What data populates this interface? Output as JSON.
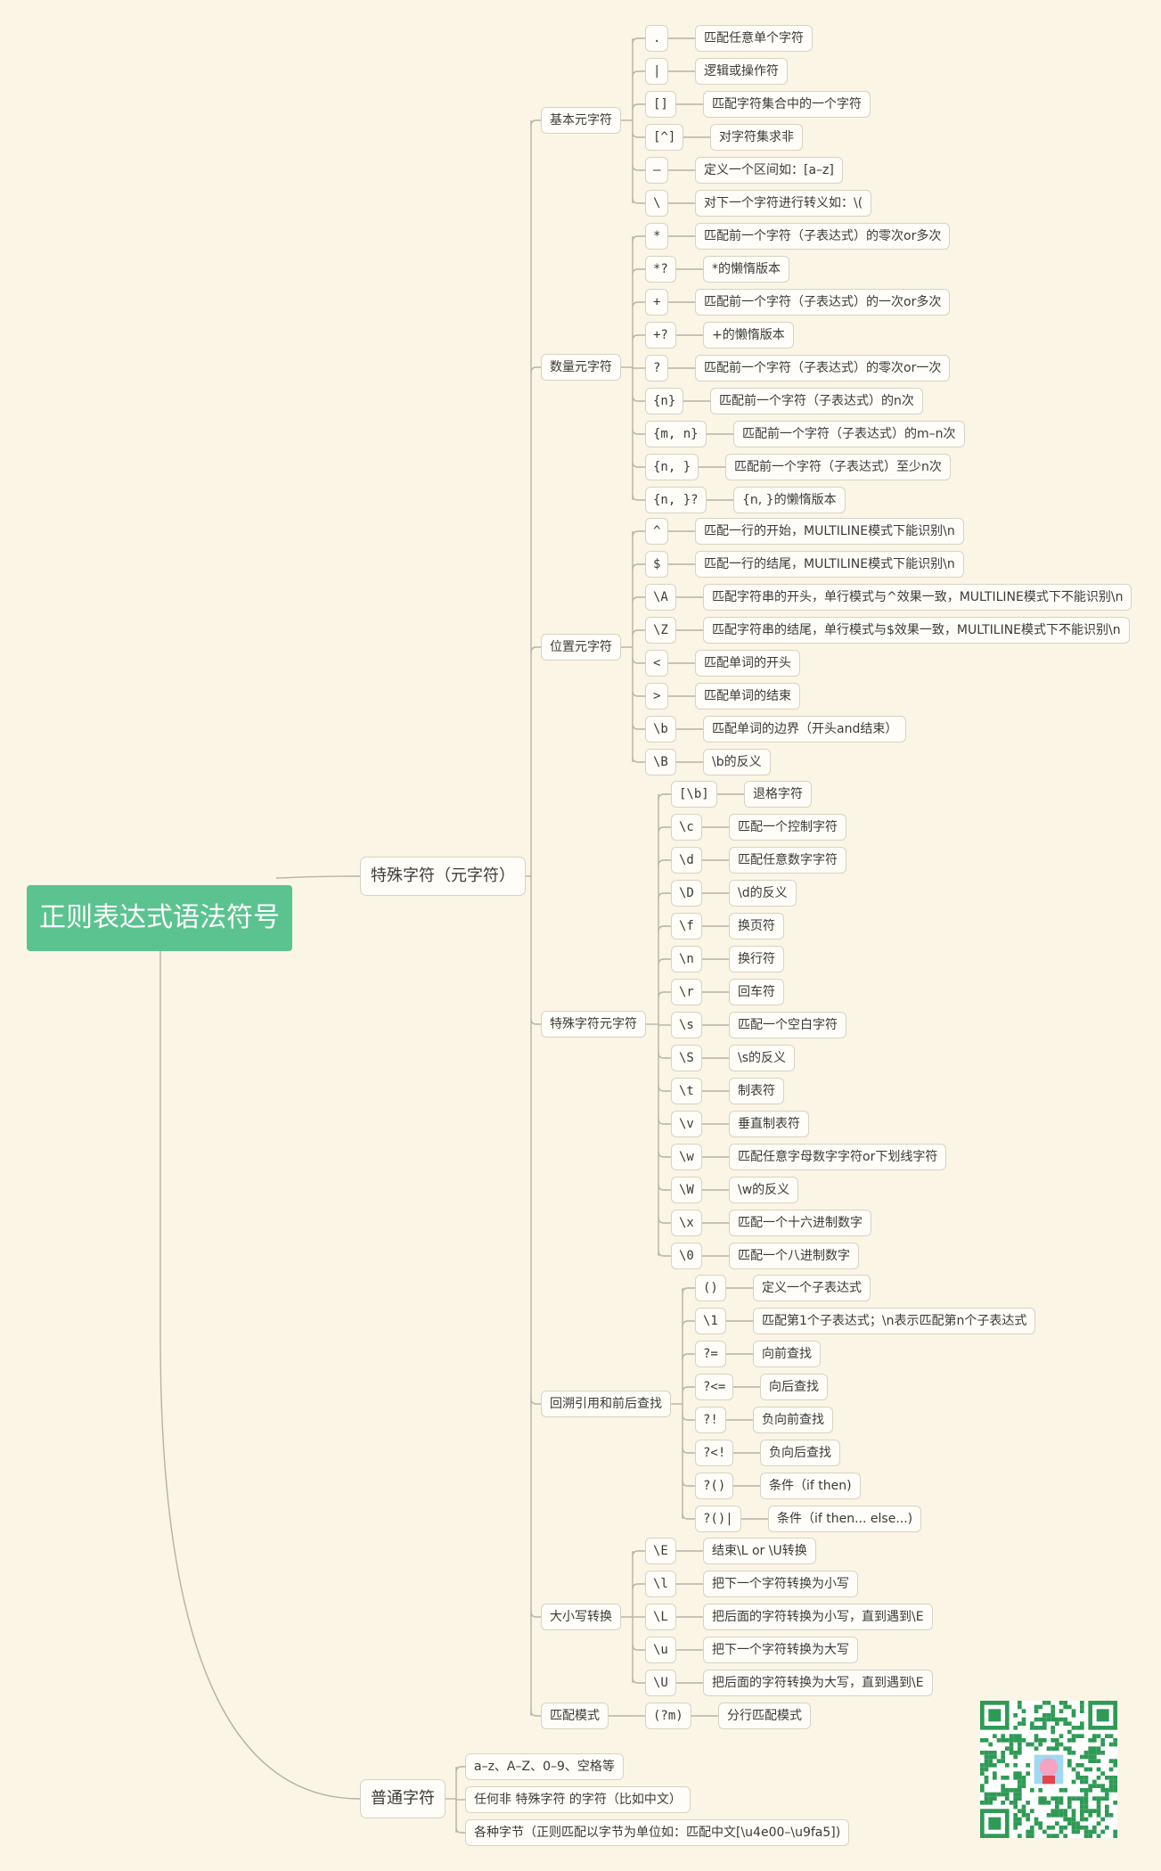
{
  "root": "正则表达式语法符号",
  "branches": [
    {
      "label": "特殊字符（元字符）",
      "groups": [
        {
          "label": "基本元字符",
          "items": [
            {
              "sym": ".",
              "desc": "匹配任意单个字符"
            },
            {
              "sym": "|",
              "desc": "逻辑或操作符"
            },
            {
              "sym": "[]",
              "desc": "匹配字符集合中的一个字符"
            },
            {
              "sym": "[^]",
              "desc": "对字符集求非"
            },
            {
              "sym": "–",
              "desc": "定义一个区间如：[a–z]"
            },
            {
              "sym": "\\",
              "desc": "对下一个字符进行转义如：\\("
            }
          ]
        },
        {
          "label": "数量元字符",
          "items": [
            {
              "sym": "*",
              "desc": "匹配前一个字符（子表达式）的零次or多次"
            },
            {
              "sym": "*?",
              "desc": "*的懒惰版本"
            },
            {
              "sym": "+",
              "desc": "匹配前一个字符（子表达式）的一次or多次"
            },
            {
              "sym": "+?",
              "desc": "+的懒惰版本"
            },
            {
              "sym": "?",
              "desc": "匹配前一个字符（子表达式）的零次or一次"
            },
            {
              "sym": "{n}",
              "desc": "匹配前一个字符（子表达式）的n次"
            },
            {
              "sym": "{m, n}",
              "desc": "匹配前一个字符（子表达式）的m–n次"
            },
            {
              "sym": "{n, }",
              "desc": "匹配前一个字符（子表达式）至少n次"
            },
            {
              "sym": "{n, }?",
              "desc": "{n, }的懒惰版本"
            }
          ]
        },
        {
          "label": "位置元字符",
          "items": [
            {
              "sym": "^",
              "desc": "匹配一行的开始，MULTILINE模式下能识别\\n"
            },
            {
              "sym": "$",
              "desc": "匹配一行的结尾，MULTILINE模式下能识别\\n"
            },
            {
              "sym": "\\A",
              "desc": "匹配字符串的开头，单行模式与^效果一致，MULTILINE模式下不能识别\\n"
            },
            {
              "sym": "\\Z",
              "desc": "匹配字符串的结尾，单行模式与$效果一致，MULTILINE模式下不能识别\\n"
            },
            {
              "sym": "<",
              "desc": "匹配单词的开头"
            },
            {
              "sym": ">",
              "desc": "匹配单词的结束"
            },
            {
              "sym": "\\b",
              "desc": "匹配单词的边界（开头and结束）"
            },
            {
              "sym": "\\B",
              "desc": "\\b的反义"
            }
          ]
        },
        {
          "label": "特殊字符元字符",
          "items": [
            {
              "sym": "[\\b]",
              "desc": "退格字符"
            },
            {
              "sym": "\\c",
              "desc": "匹配一个控制字符"
            },
            {
              "sym": "\\d",
              "desc": "匹配任意数字字符"
            },
            {
              "sym": "\\D",
              "desc": "\\d的反义"
            },
            {
              "sym": "\\f",
              "desc": "换页符"
            },
            {
              "sym": "\\n",
              "desc": "换行符"
            },
            {
              "sym": "\\r",
              "desc": "回车符"
            },
            {
              "sym": "\\s",
              "desc": "匹配一个空白字符"
            },
            {
              "sym": "\\S",
              "desc": "\\s的反义"
            },
            {
              "sym": "\\t",
              "desc": "制表符"
            },
            {
              "sym": "\\v",
              "desc": "垂直制表符"
            },
            {
              "sym": "\\w",
              "desc": "匹配任意字母数字字符or下划线字符"
            },
            {
              "sym": "\\W",
              "desc": "\\w的反义"
            },
            {
              "sym": "\\x",
              "desc": "匹配一个十六进制数字"
            },
            {
              "sym": "\\0",
              "desc": "匹配一个八进制数字"
            }
          ]
        },
        {
          "label": "回溯引用和前后查找",
          "items": [
            {
              "sym": "()",
              "desc": "定义一个子表达式"
            },
            {
              "sym": "\\1",
              "desc": "匹配第1个子表达式；\\n表示匹配第n个子表达式"
            },
            {
              "sym": "?=",
              "desc": "向前查找"
            },
            {
              "sym": "?<=",
              "desc": "向后查找"
            },
            {
              "sym": "?!",
              "desc": "负向前查找"
            },
            {
              "sym": "?<!",
              "desc": "负向后查找"
            },
            {
              "sym": "?()",
              "desc": "条件（if then)"
            },
            {
              "sym": "?()|",
              "desc": "条件（if then... else...)"
            }
          ]
        },
        {
          "label": "大小写转换",
          "items": [
            {
              "sym": "\\E",
              "desc": "结束\\L or \\U转换"
            },
            {
              "sym": "\\l",
              "desc": "把下一个字符转换为小写"
            },
            {
              "sym": "\\L",
              "desc": "把后面的字符转换为小写，直到遇到\\E"
            },
            {
              "sym": "\\u",
              "desc": "把下一个字符转换为大写"
            },
            {
              "sym": "\\U",
              "desc": "把后面的字符转换为大写，直到遇到\\E"
            }
          ]
        },
        {
          "label": "匹配模式",
          "items": [
            {
              "sym": "(?m)",
              "desc": "分行匹配模式"
            }
          ]
        }
      ]
    },
    {
      "label": "普通字符",
      "leaves": [
        "a–z、A–Z、0–9、空格等",
        "任何非 特殊字符 的字符（比如中文）",
        "各种字节（正则匹配以字节为单位如：匹配中文[\\u4e00–\\u9fa5])"
      ]
    }
  ],
  "colors": {
    "background": "#fbf5e6",
    "root_fill": "#5bc390",
    "node_fill": "#fffdf7",
    "node_border": "#d8d2c5",
    "line": "#b8b2a6",
    "qr_green": "#2f9a55"
  },
  "qr_icon": "qr-code-with-cartoon-pig"
}
